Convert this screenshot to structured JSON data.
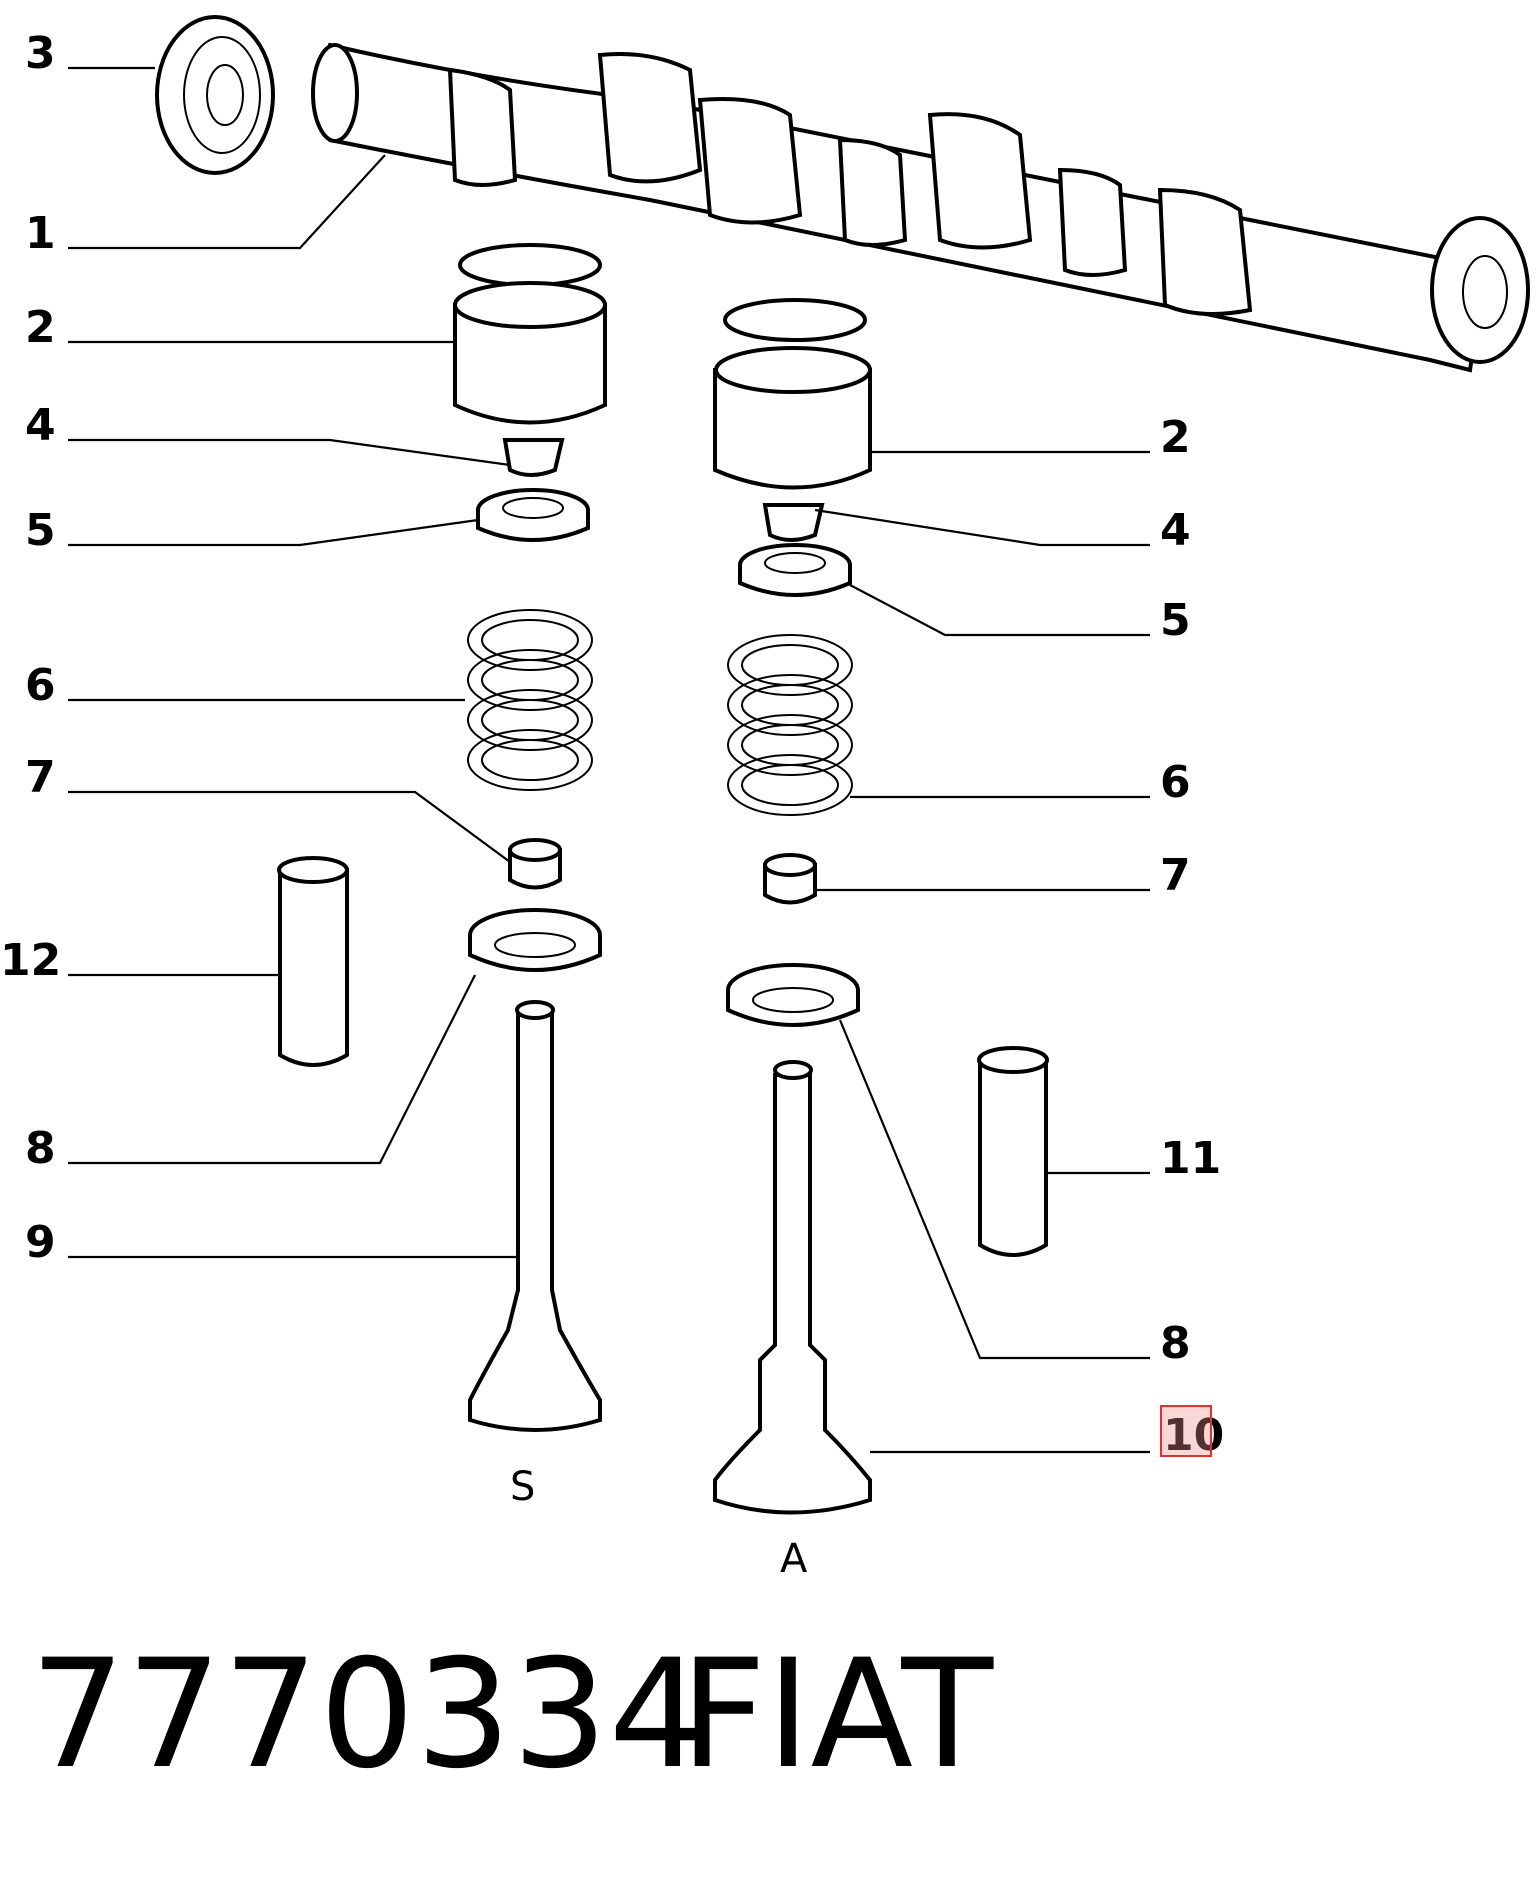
{
  "diagram": {
    "callouts": [
      {
        "id": "c3",
        "label": "3"
      },
      {
        "id": "c1",
        "label": "1"
      },
      {
        "id": "c2l",
        "label": "2"
      },
      {
        "id": "c4l",
        "label": "4"
      },
      {
        "id": "c5l",
        "label": "5"
      },
      {
        "id": "c6l",
        "label": "6"
      },
      {
        "id": "c7l",
        "label": "7"
      },
      {
        "id": "c12",
        "label": "12"
      },
      {
        "id": "c8l",
        "label": "8"
      },
      {
        "id": "c9",
        "label": "9"
      },
      {
        "id": "c2r",
        "label": "2"
      },
      {
        "id": "c4r",
        "label": "4"
      },
      {
        "id": "c5r",
        "label": "5"
      },
      {
        "id": "c6r",
        "label": "6"
      },
      {
        "id": "c7r",
        "label": "7"
      },
      {
        "id": "c11",
        "label": "11"
      },
      {
        "id": "c8r",
        "label": "8"
      },
      {
        "id": "c10",
        "label": "10"
      }
    ],
    "valve_labels": {
      "exhaust": "S",
      "intake": "A"
    },
    "highlighted_callout": "10"
  },
  "footer": {
    "part_number": "7770334",
    "brand": "FIAT"
  }
}
